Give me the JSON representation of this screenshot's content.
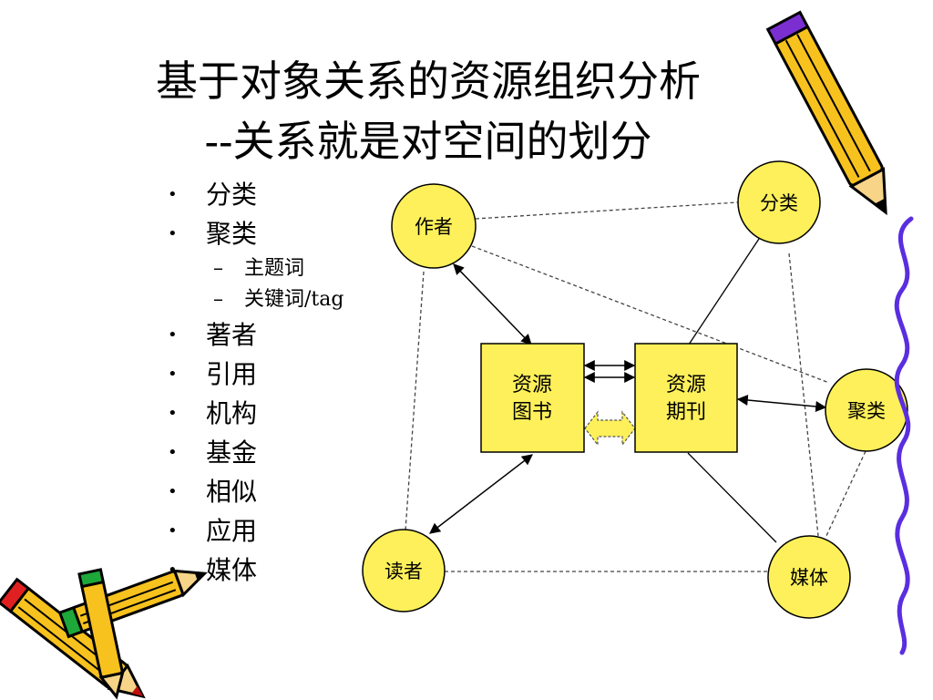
{
  "title": {
    "line1": "基于对象关系的资源组织分析",
    "line2": "--关系就是对空间的划分"
  },
  "bullets": [
    {
      "level": 1,
      "text": "分类"
    },
    {
      "level": 1,
      "text": "聚类"
    },
    {
      "level": 2,
      "text": "主题词"
    },
    {
      "level": 2,
      "text": "关键词/tag"
    },
    {
      "level": 1,
      "text": "著者"
    },
    {
      "level": 1,
      "text": "引用"
    },
    {
      "level": 1,
      "text": "机构"
    },
    {
      "level": 1,
      "text": "基金"
    },
    {
      "level": 1,
      "text": "相似"
    },
    {
      "level": 1,
      "text": "应用"
    },
    {
      "level": 1,
      "text": "媒体"
    }
  ],
  "diagram": {
    "nodes": {
      "author": "作者",
      "classify": "分类",
      "cluster": "聚类",
      "reader": "读者",
      "media": "媒体"
    },
    "boxes": {
      "books": {
        "line1": "资源",
        "line2": "图书"
      },
      "journals": {
        "line1": "资源",
        "line2": "期刊"
      }
    }
  },
  "colors": {
    "node_fill": "#fdf05a",
    "box_fill": "#fdf05a",
    "stroke": "#000000",
    "squiggle": "#5a2ee0",
    "pencil_body": "#f7c21d",
    "pencil_tip": "#7b2fd0"
  },
  "decorations": [
    "pencil-icon",
    "pencil-icon",
    "pencil-icon",
    "squiggle-line"
  ]
}
